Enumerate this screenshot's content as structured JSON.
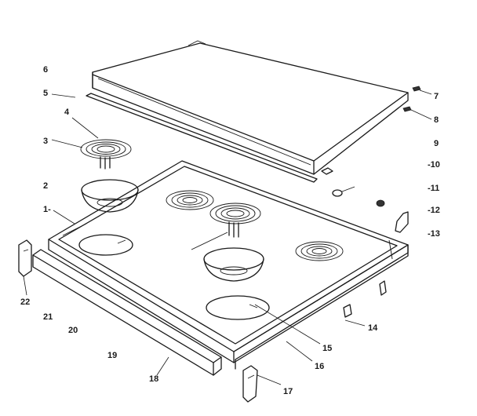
{
  "callouts": [
    {
      "id": "c1",
      "label": "1-"
    },
    {
      "id": "c2",
      "label": "2"
    },
    {
      "id": "c3",
      "label": "3"
    },
    {
      "id": "c4",
      "label": "4"
    },
    {
      "id": "c5",
      "label": "5"
    },
    {
      "id": "c6",
      "label": "6"
    },
    {
      "id": "c7",
      "label": "7"
    },
    {
      "id": "c8",
      "label": "8"
    },
    {
      "id": "c9",
      "label": "9"
    },
    {
      "id": "c10",
      "label": "-10"
    },
    {
      "id": "c11",
      "label": "-11"
    },
    {
      "id": "c12",
      "label": "-12"
    },
    {
      "id": "c13",
      "label": "-13"
    },
    {
      "id": "c14",
      "label": "14"
    },
    {
      "id": "c15",
      "label": "15"
    },
    {
      "id": "c16",
      "label": "16"
    },
    {
      "id": "c17",
      "label": "17"
    },
    {
      "id": "c18",
      "label": "18"
    },
    {
      "id": "c19",
      "label": "19"
    },
    {
      "id": "c20",
      "label": "20"
    },
    {
      "id": "c21",
      "label": "21"
    },
    {
      "id": "c22",
      "label": "22"
    }
  ]
}
